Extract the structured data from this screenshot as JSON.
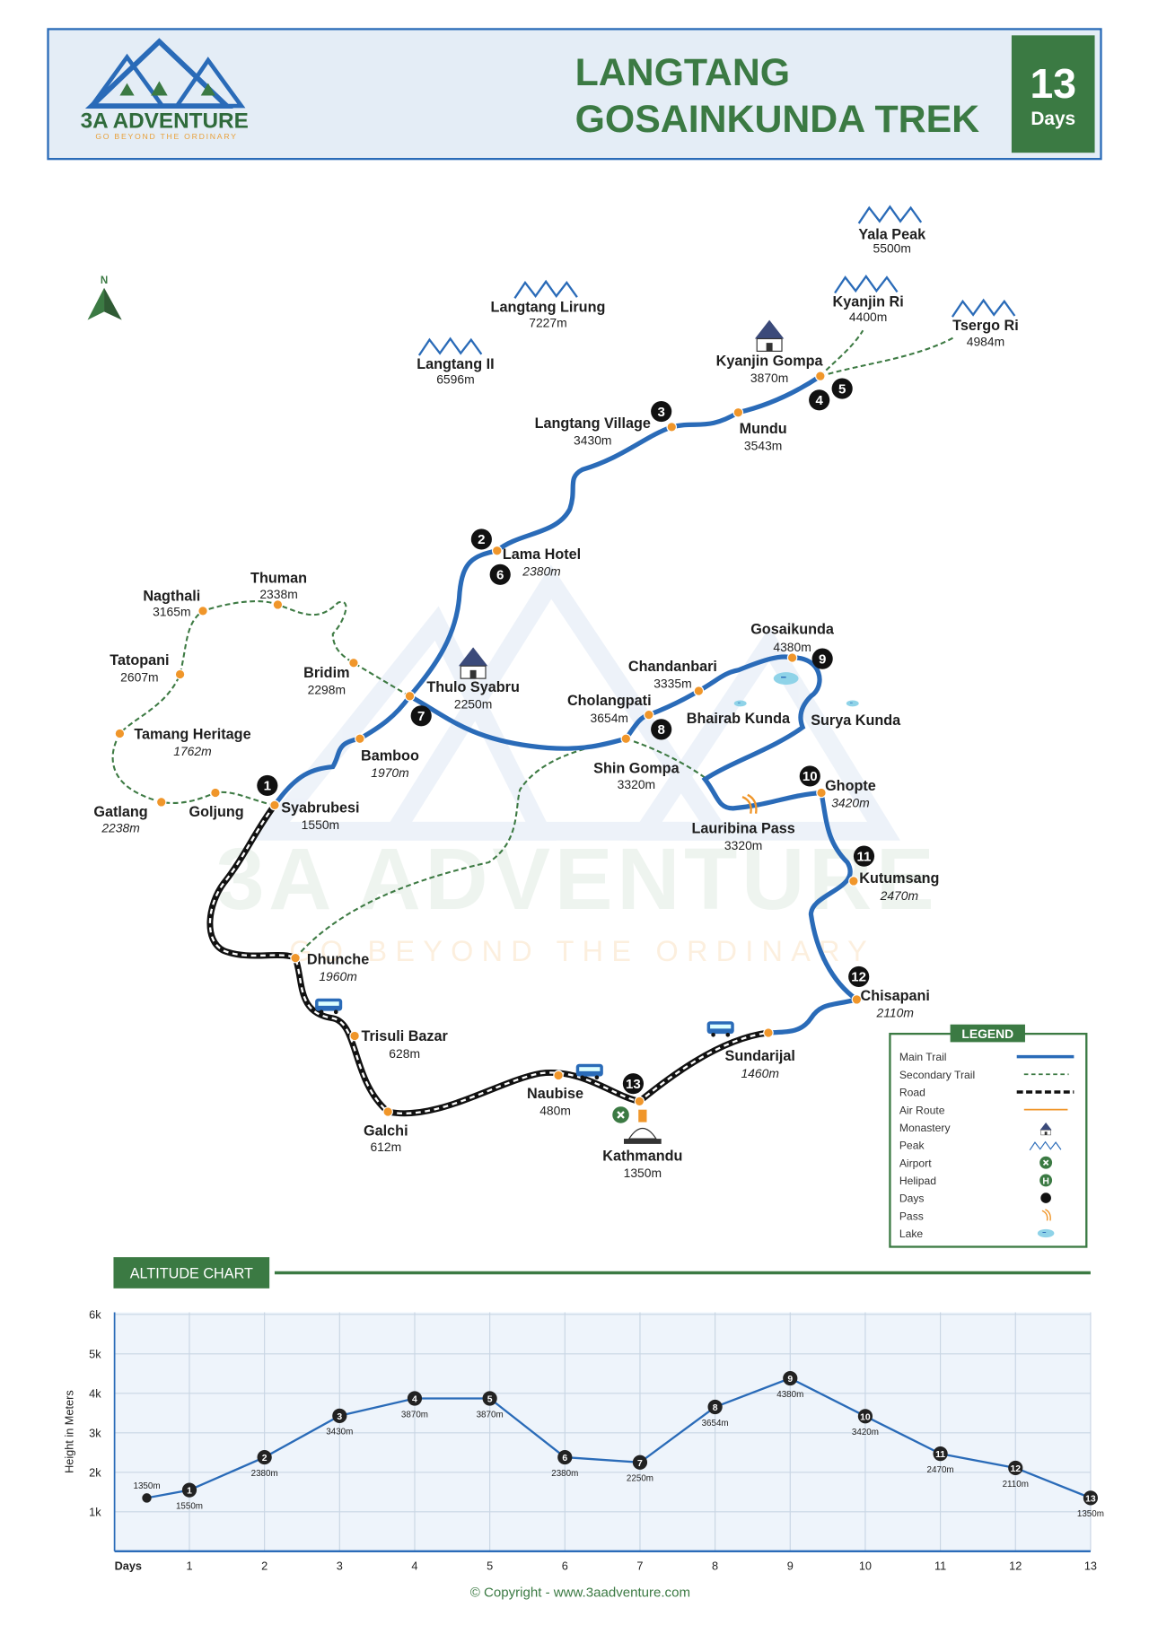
{
  "header": {
    "brand": "3A ADVENTURE",
    "tagline": "GO BEYOND THE ORDINARY",
    "title_line1": "LANGTANG",
    "title_line2": "GOSAINKUNDA TREK",
    "days_number": "13",
    "days_label": "Days"
  },
  "compass": {
    "label": "N"
  },
  "watermark": {
    "brand": "3A ADVENTURE",
    "tagline": "GO BEYOND THE ORDINARY"
  },
  "peaks": [
    {
      "name": "Yala Peak",
      "alt": "5500m"
    },
    {
      "name": "Langtang Lirung",
      "alt": "7227m"
    },
    {
      "name": "Langtang II",
      "alt": "6596m"
    },
    {
      "name": "Kyanjin Ri",
      "alt": "4400m"
    },
    {
      "name": "Tsergo Ri",
      "alt": "4984m"
    }
  ],
  "places": [
    {
      "name": "Syabrubesi",
      "alt": "1550m"
    },
    {
      "name": "Bamboo",
      "alt": "1970m"
    },
    {
      "name": "Thulo Syabru",
      "alt": "2250m"
    },
    {
      "name": "Lama Hotel",
      "alt": "2380m"
    },
    {
      "name": "Langtang Village",
      "alt": "3430m"
    },
    {
      "name": "Mundu",
      "alt": "3543m"
    },
    {
      "name": "Kyanjin Gompa",
      "alt": "3870m"
    },
    {
      "name": "Nagthali",
      "alt": "3165m"
    },
    {
      "name": "Thuman",
      "alt": "2338m"
    },
    {
      "name": "Tatopani",
      "alt": "2607m"
    },
    {
      "name": "Bridim",
      "alt": "2298m"
    },
    {
      "name": "Tamang Heritage",
      "alt": "1762m"
    },
    {
      "name": "Gatlang",
      "alt": "2238m"
    },
    {
      "name": "Goljung",
      "alt": ""
    },
    {
      "name": "Gosaikunda",
      "alt": "4380m"
    },
    {
      "name": "Chandanbari",
      "alt": "3335m"
    },
    {
      "name": "Cholangpati",
      "alt": "3654m"
    },
    {
      "name": "Shin Gompa",
      "alt": "3320m"
    },
    {
      "name": "Bhairab Kunda",
      "alt": ""
    },
    {
      "name": "Surya Kunda",
      "alt": ""
    },
    {
      "name": "Lauribina Pass",
      "alt": "3320m"
    },
    {
      "name": "Ghopte",
      "alt": "3420m"
    },
    {
      "name": "Kutumsang",
      "alt": "2470m"
    },
    {
      "name": "Chisapani",
      "alt": "2110m"
    },
    {
      "name": "Sundarijal",
      "alt": "1460m"
    },
    {
      "name": "Kathmandu",
      "alt": "1350m"
    },
    {
      "name": "Naubise",
      "alt": "480m"
    },
    {
      "name": "Galchi",
      "alt": "612m"
    },
    {
      "name": "Trisuli Bazar",
      "alt": "628m"
    },
    {
      "name": "Dhunche",
      "alt": "1960m"
    }
  ],
  "day_markers": [
    "1",
    "2",
    "3",
    "4",
    "5",
    "6",
    "7",
    "8",
    "9",
    "10",
    "11",
    "12",
    "13"
  ],
  "legend": {
    "title": "LEGEND",
    "items": [
      {
        "label": "Main Trail",
        "icon": "main-trail-line"
      },
      {
        "label": "Secondary Trail",
        "icon": "secondary-trail-line"
      },
      {
        "label": "Road",
        "icon": "road-line"
      },
      {
        "label": "Air Route",
        "icon": "air-route-line"
      },
      {
        "label": "Monastery",
        "icon": "monastery-icon"
      },
      {
        "label": "Peak",
        "icon": "peak-icon"
      },
      {
        "label": "Airport",
        "icon": "airport-icon"
      },
      {
        "label": "Helipad",
        "icon": "helipad-icon"
      },
      {
        "label": "Days",
        "icon": "day-dot-icon"
      },
      {
        "label": "Pass",
        "icon": "pass-icon"
      },
      {
        "label": "Lake",
        "icon": "lake-icon"
      }
    ]
  },
  "colors": {
    "main_trail": "#2a6bb8",
    "secondary": "#3d7a43",
    "green": "#3b7a43",
    "orange": "#f0962a",
    "header_bg": "#e4edf6"
  },
  "chart_data": {
    "type": "line",
    "title": "ALTITUDE CHART",
    "xlabel": "Days",
    "ylabel": "Height in Meters",
    "ylim": [
      0,
      6000
    ],
    "yticks": [
      "1k",
      "2k",
      "3k",
      "4k",
      "5k",
      "6k"
    ],
    "x": [
      0,
      1,
      2,
      3,
      4,
      5,
      6,
      7,
      8,
      9,
      10,
      11,
      12,
      13
    ],
    "x_tick_labels": [
      "1",
      "2",
      "3",
      "4",
      "5",
      "6",
      "7",
      "8",
      "9",
      "10",
      "11",
      "12",
      "13"
    ],
    "values": [
      1350,
      1550,
      2380,
      3430,
      3870,
      3870,
      2380,
      2250,
      3654,
      4380,
      3420,
      2470,
      2110,
      1350
    ],
    "value_labels": [
      "1350m",
      "1550m",
      "2380m",
      "3430m",
      "3870m",
      "3870m",
      "2380m",
      "2250m",
      "3654m",
      "4380m",
      "3420m",
      "2470m",
      "2110m",
      "1350m"
    ],
    "grid": true
  },
  "footer": {
    "copyright": "© Copyright - www.3aadventure.com"
  }
}
